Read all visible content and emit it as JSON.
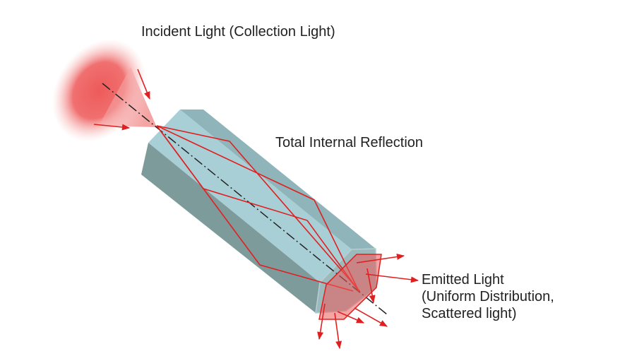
{
  "labels": {
    "incident": "Incident Light (Collection Light)",
    "tir": "Total Internal Reflection",
    "emitted_lines": [
      "Emitted Light",
      "(Uniform Distribution,",
      "Scattered light)"
    ]
  },
  "colors": {
    "ray": "#e02020",
    "prism_top": "#a9cfd6",
    "prism_side": "#8fb4b9",
    "prism_bottom": "#7e9b9c",
    "prism_end": "#9cb9bc"
  }
}
